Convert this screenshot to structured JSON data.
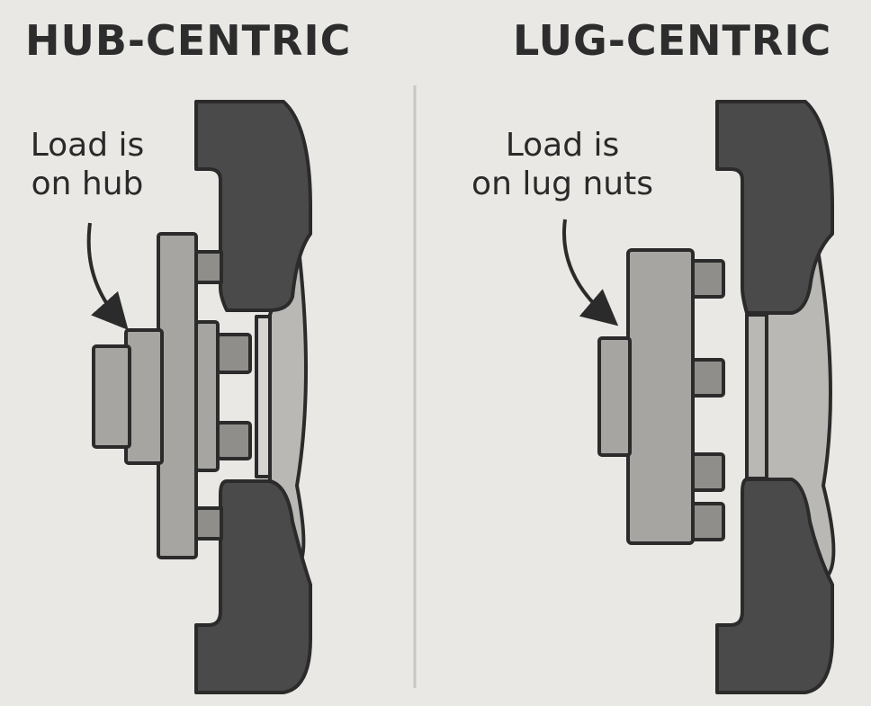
{
  "panels": {
    "left": {
      "title": "HUB-CENTRIC",
      "callout": [
        "Load is",
        "on hub"
      ]
    },
    "right": {
      "title": "LUG-CENTRIC",
      "callout": [
        "Load is",
        "on lug nuts"
      ]
    }
  },
  "colors": {
    "background": "#e9e8e4",
    "outline": "#2b2b2b",
    "wheel_dark": "#4a4a4a",
    "wheel_light": "#b9b8b4",
    "hub_part": "#a6a5a1",
    "stud_part": "#8f8e8a"
  }
}
